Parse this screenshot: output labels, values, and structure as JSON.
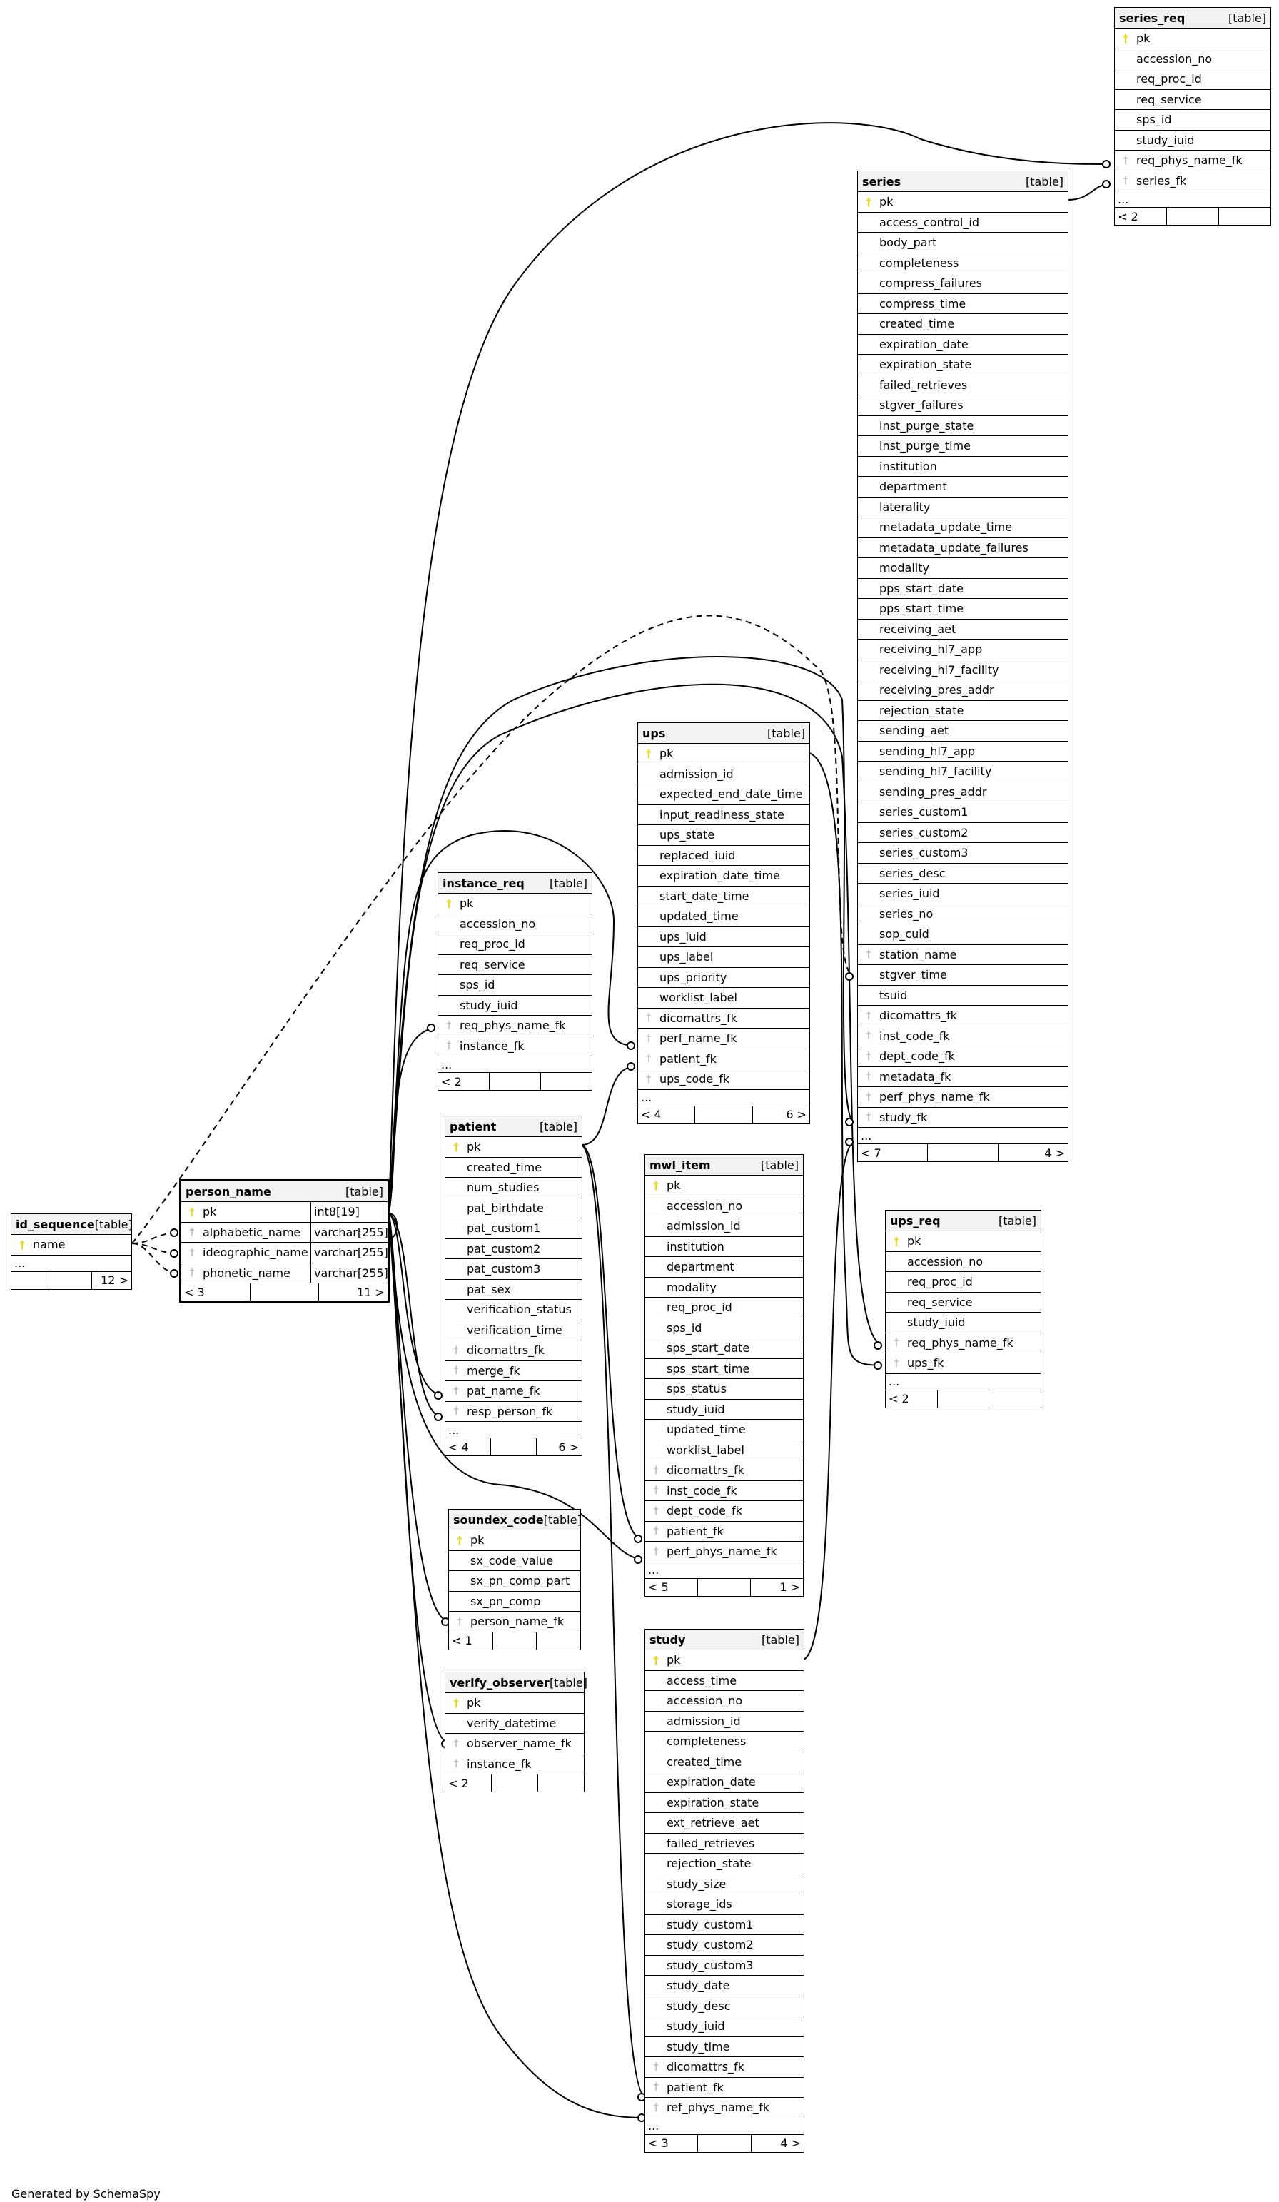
{
  "footer": "Generated by SchemaSpy",
  "tables": {
    "series_req": {
      "name": "series_req",
      "tag": "[table]",
      "rows": [
        {
          "n": "pk",
          "k": "pk"
        },
        {
          "n": "accession_no"
        },
        {
          "n": "req_proc_id"
        },
        {
          "n": "req_service"
        },
        {
          "n": "sps_id"
        },
        {
          "n": "study_iuid"
        },
        {
          "n": "req_phys_name_fk",
          "k": "fk"
        },
        {
          "n": "series_fk",
          "k": "fk"
        }
      ],
      "more": "...",
      "foot": [
        "< 2",
        "",
        ""
      ]
    },
    "series": {
      "name": "series",
      "tag": "[table]",
      "rows": [
        {
          "n": "pk",
          "k": "pk"
        },
        {
          "n": "access_control_id"
        },
        {
          "n": "body_part"
        },
        {
          "n": "completeness"
        },
        {
          "n": "compress_failures"
        },
        {
          "n": "compress_time"
        },
        {
          "n": "created_time"
        },
        {
          "n": "expiration_date"
        },
        {
          "n": "expiration_state"
        },
        {
          "n": "failed_retrieves"
        },
        {
          "n": "stgver_failures"
        },
        {
          "n": "inst_purge_state"
        },
        {
          "n": "inst_purge_time"
        },
        {
          "n": "institution"
        },
        {
          "n": "department"
        },
        {
          "n": "laterality"
        },
        {
          "n": "metadata_update_time"
        },
        {
          "n": "metadata_update_failures"
        },
        {
          "n": "modality"
        },
        {
          "n": "pps_start_date"
        },
        {
          "n": "pps_start_time"
        },
        {
          "n": "receiving_aet"
        },
        {
          "n": "receiving_hl7_app"
        },
        {
          "n": "receiving_hl7_facility"
        },
        {
          "n": "receiving_pres_addr"
        },
        {
          "n": "rejection_state"
        },
        {
          "n": "sending_aet"
        },
        {
          "n": "sending_hl7_app"
        },
        {
          "n": "sending_hl7_facility"
        },
        {
          "n": "sending_pres_addr"
        },
        {
          "n": "series_custom1"
        },
        {
          "n": "series_custom2"
        },
        {
          "n": "series_custom3"
        },
        {
          "n": "series_desc"
        },
        {
          "n": "series_iuid"
        },
        {
          "n": "series_no"
        },
        {
          "n": "sop_cuid"
        },
        {
          "n": "station_name",
          "k": "fk"
        },
        {
          "n": "stgver_time"
        },
        {
          "n": "tsuid"
        },
        {
          "n": "dicomattrs_fk",
          "k": "fk"
        },
        {
          "n": "inst_code_fk",
          "k": "fk"
        },
        {
          "n": "dept_code_fk",
          "k": "fk"
        },
        {
          "n": "metadata_fk",
          "k": "fk"
        },
        {
          "n": "perf_phys_name_fk",
          "k": "fk"
        },
        {
          "n": "study_fk",
          "k": "fk"
        }
      ],
      "more": "...",
      "foot": [
        "< 7",
        "",
        "4 >"
      ]
    },
    "ups": {
      "name": "ups",
      "tag": "[table]",
      "rows": [
        {
          "n": "pk",
          "k": "pk"
        },
        {
          "n": "admission_id"
        },
        {
          "n": "expected_end_date_time"
        },
        {
          "n": "input_readiness_state"
        },
        {
          "n": "ups_state"
        },
        {
          "n": "replaced_iuid"
        },
        {
          "n": "expiration_date_time"
        },
        {
          "n": "start_date_time"
        },
        {
          "n": "updated_time"
        },
        {
          "n": "ups_iuid"
        },
        {
          "n": "ups_label"
        },
        {
          "n": "ups_priority"
        },
        {
          "n": "worklist_label"
        },
        {
          "n": "dicomattrs_fk",
          "k": "fk"
        },
        {
          "n": "perf_name_fk",
          "k": "fk"
        },
        {
          "n": "patient_fk",
          "k": "fk"
        },
        {
          "n": "ups_code_fk",
          "k": "fk"
        }
      ],
      "more": "...",
      "foot": [
        "< 4",
        "",
        "6 >"
      ]
    },
    "instance_req": {
      "name": "instance_req",
      "tag": "[table]",
      "rows": [
        {
          "n": "pk",
          "k": "pk"
        },
        {
          "n": "accession_no"
        },
        {
          "n": "req_proc_id"
        },
        {
          "n": "req_service"
        },
        {
          "n": "sps_id"
        },
        {
          "n": "study_iuid"
        },
        {
          "n": "req_phys_name_fk",
          "k": "fk"
        },
        {
          "n": "instance_fk",
          "k": "fk"
        }
      ],
      "more": "...",
      "foot": [
        "< 2",
        "",
        ""
      ]
    },
    "patient": {
      "name": "patient",
      "tag": "[table]",
      "rows": [
        {
          "n": "pk",
          "k": "pk"
        },
        {
          "n": "created_time"
        },
        {
          "n": "num_studies"
        },
        {
          "n": "pat_birthdate"
        },
        {
          "n": "pat_custom1"
        },
        {
          "n": "pat_custom2"
        },
        {
          "n": "pat_custom3"
        },
        {
          "n": "pat_sex"
        },
        {
          "n": "verification_status"
        },
        {
          "n": "verification_time"
        },
        {
          "n": "dicomattrs_fk",
          "k": "fk"
        },
        {
          "n": "merge_fk",
          "k": "fk"
        },
        {
          "n": "pat_name_fk",
          "k": "fk"
        },
        {
          "n": "resp_person_fk",
          "k": "fk"
        }
      ],
      "more": "...",
      "foot": [
        "< 4",
        "",
        "6 >"
      ]
    },
    "mwl_item": {
      "name": "mwl_item",
      "tag": "[table]",
      "rows": [
        {
          "n": "pk",
          "k": "pk"
        },
        {
          "n": "accession_no"
        },
        {
          "n": "admission_id"
        },
        {
          "n": "institution"
        },
        {
          "n": "department"
        },
        {
          "n": "modality"
        },
        {
          "n": "req_proc_id"
        },
        {
          "n": "sps_id"
        },
        {
          "n": "sps_start_date"
        },
        {
          "n": "sps_start_time"
        },
        {
          "n": "sps_status"
        },
        {
          "n": "study_iuid"
        },
        {
          "n": "updated_time"
        },
        {
          "n": "worklist_label"
        },
        {
          "n": "dicomattrs_fk",
          "k": "fk"
        },
        {
          "n": "inst_code_fk",
          "k": "fk"
        },
        {
          "n": "dept_code_fk",
          "k": "fk"
        },
        {
          "n": "patient_fk",
          "k": "fk"
        },
        {
          "n": "perf_phys_name_fk",
          "k": "fk"
        }
      ],
      "more": "...",
      "foot": [
        "< 5",
        "",
        "1 >"
      ]
    },
    "ups_req": {
      "name": "ups_req",
      "tag": "[table]",
      "rows": [
        {
          "n": "pk",
          "k": "pk"
        },
        {
          "n": "accession_no"
        },
        {
          "n": "req_proc_id"
        },
        {
          "n": "req_service"
        },
        {
          "n": "study_iuid"
        },
        {
          "n": "req_phys_name_fk",
          "k": "fk"
        },
        {
          "n": "ups_fk",
          "k": "fk"
        }
      ],
      "more": "...",
      "foot": [
        "< 2",
        "",
        ""
      ]
    },
    "id_sequence": {
      "name": "id_sequence",
      "tag": "[table]",
      "rows": [
        {
          "n": "name",
          "k": "pk"
        }
      ],
      "more": "...",
      "foot": [
        "",
        "",
        "12 >"
      ]
    },
    "person_name": {
      "name": "person_name",
      "tag": "[table]",
      "rows": [
        {
          "n": "pk",
          "k": "pk",
          "t": "int8[19]"
        },
        {
          "n": "alphabetic_name",
          "k": "fk",
          "t": "varchar[255]"
        },
        {
          "n": "ideographic_name",
          "k": "fk",
          "t": "varchar[255]"
        },
        {
          "n": "phonetic_name",
          "k": "fk",
          "t": "varchar[255]"
        }
      ],
      "foot": [
        "< 3",
        "",
        "11 >"
      ]
    },
    "soundex_code": {
      "name": "soundex_code",
      "tag": "[table]",
      "rows": [
        {
          "n": "pk",
          "k": "pk"
        },
        {
          "n": "sx_code_value"
        },
        {
          "n": "sx_pn_comp_part"
        },
        {
          "n": "sx_pn_comp"
        },
        {
          "n": "person_name_fk",
          "k": "fk"
        }
      ],
      "foot": [
        "< 1",
        "",
        ""
      ]
    },
    "verify_observer": {
      "name": "verify_observer",
      "tag": "[table]",
      "rows": [
        {
          "n": "pk",
          "k": "pk"
        },
        {
          "n": "verify_datetime"
        },
        {
          "n": "observer_name_fk",
          "k": "fk"
        },
        {
          "n": "instance_fk",
          "k": "fk"
        }
      ],
      "foot": [
        "< 2",
        "",
        ""
      ]
    },
    "study": {
      "name": "study",
      "tag": "[table]",
      "rows": [
        {
          "n": "pk",
          "k": "pk"
        },
        {
          "n": "access_time"
        },
        {
          "n": "accession_no"
        },
        {
          "n": "admission_id"
        },
        {
          "n": "completeness"
        },
        {
          "n": "created_time"
        },
        {
          "n": "expiration_date"
        },
        {
          "n": "expiration_state"
        },
        {
          "n": "ext_retrieve_aet"
        },
        {
          "n": "failed_retrieves"
        },
        {
          "n": "rejection_state"
        },
        {
          "n": "study_size"
        },
        {
          "n": "storage_ids"
        },
        {
          "n": "study_custom1"
        },
        {
          "n": "study_custom2"
        },
        {
          "n": "study_custom3"
        },
        {
          "n": "study_date"
        },
        {
          "n": "study_desc"
        },
        {
          "n": "study_iuid"
        },
        {
          "n": "study_time"
        },
        {
          "n": "dicomattrs_fk",
          "k": "fk"
        },
        {
          "n": "patient_fk",
          "k": "fk"
        },
        {
          "n": "ref_phys_name_fk",
          "k": "fk"
        }
      ],
      "more": "...",
      "foot": [
        "< 3",
        "",
        "4 >"
      ]
    }
  }
}
